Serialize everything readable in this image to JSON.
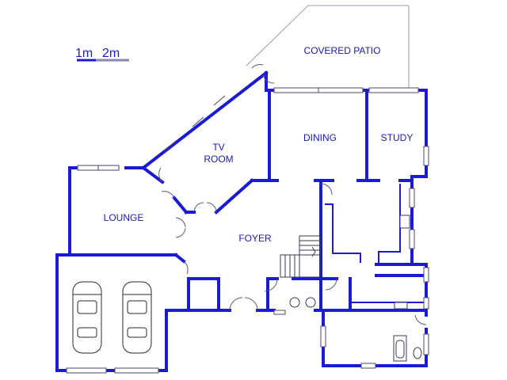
{
  "scale": {
    "label_1": "1m",
    "label_2": "2m"
  },
  "rooms": {
    "covered_patio": "COVERED PATIO",
    "dining": "DINING",
    "study": "STUDY",
    "tv_room_line1": "TV",
    "tv_room_line2": "ROOM",
    "lounge": "LOUNGE",
    "foyer": "FOYER"
  },
  "colors": {
    "wall": "#1a1ad6",
    "label": "#1a1ab0"
  }
}
